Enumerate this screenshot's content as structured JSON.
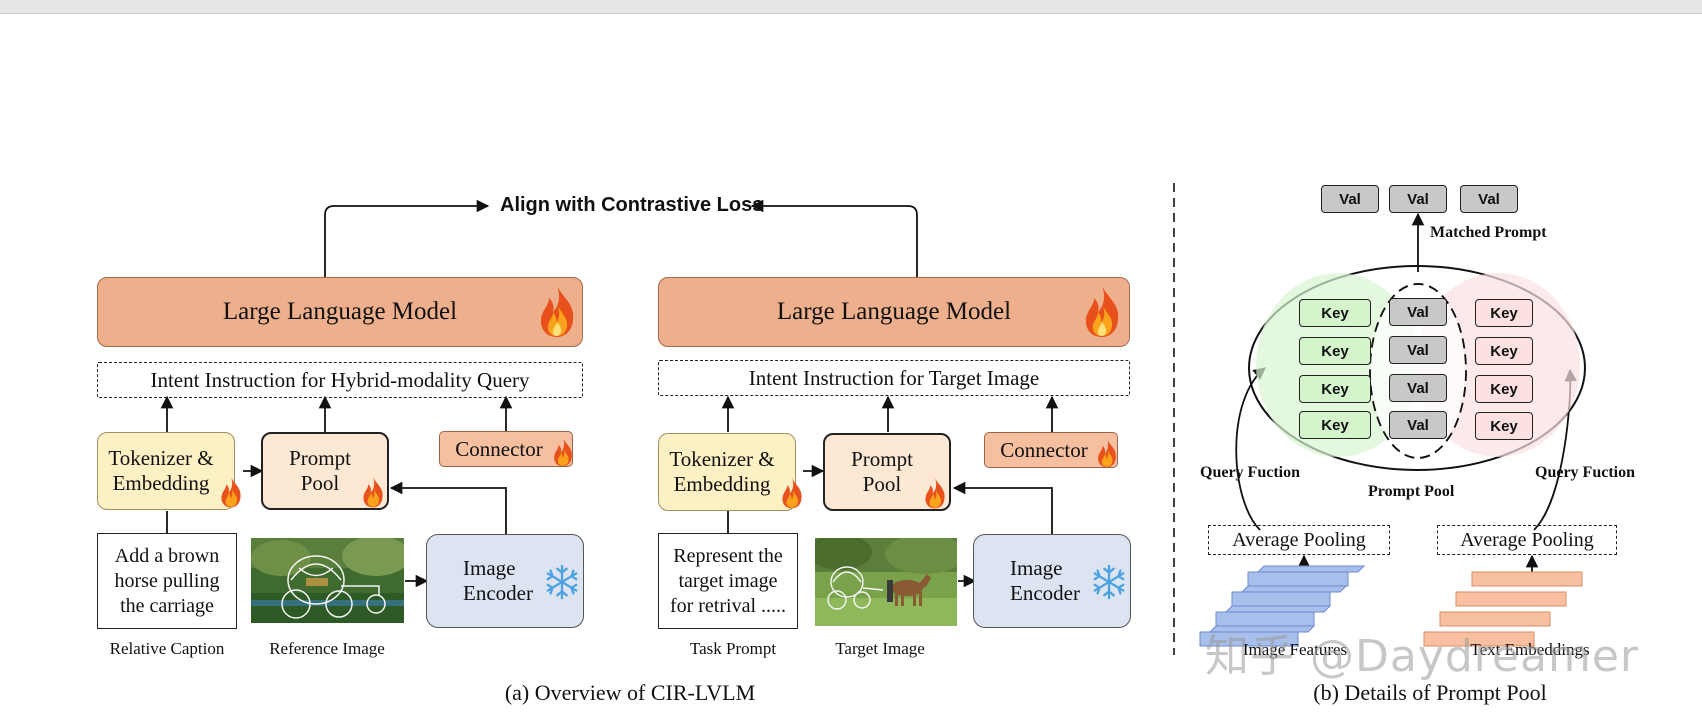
{
  "align_loss": "Align with Contrastive Loss",
  "left": {
    "llm": "Large Language Model",
    "intent": "Intent Instruction for Hybrid-modality Query",
    "tokenizer": [
      "Tokenizer &",
      "Embedding"
    ],
    "prompt_pool": [
      "Prompt",
      "Pool"
    ],
    "connector": "Connector",
    "encoder": [
      "Image",
      "Encoder"
    ],
    "caption": [
      "Add a brown",
      "horse pulling",
      "the carriage"
    ],
    "label_caption": "Relative Caption",
    "label_image": "Reference Image"
  },
  "right": {
    "llm": "Large Language Model",
    "intent": "Intent Instruction for Target Image",
    "tokenizer": [
      "Tokenizer &",
      "Embedding"
    ],
    "prompt_pool": [
      "Prompt",
      "Pool"
    ],
    "connector": "Connector",
    "encoder": [
      "Image",
      "Encoder"
    ],
    "caption": [
      "Represent the",
      "target image",
      "for retrival ....."
    ],
    "label_caption": "Task Prompt",
    "label_image": "Target Image"
  },
  "caption_a": "(a) Overview of CIR-LVLM",
  "pool_detail": {
    "top_vals": [
      "Val",
      "Val",
      "Val"
    ],
    "matched": "Matched Prompt",
    "keys_left": [
      "Key",
      "Key",
      "Key",
      "Key"
    ],
    "vals_mid": [
      "Val",
      "Val",
      "Val",
      "Val"
    ],
    "keys_right": [
      "Key",
      "Key",
      "Key",
      "Key"
    ],
    "query_left": "Query   Fuction",
    "query_right": "Query   Fuction",
    "pool_label": "Prompt Pool",
    "avg_left": "Average Pooling",
    "avg_right": "Average Pooling",
    "label_img_feat": "Image Features",
    "label_txt_emb": "Text Embeddings"
  },
  "caption_b": "(b) Details of Prompt Pool",
  "watermark": "知乎 @Daydreamer",
  "colors": {
    "llm": "#eeb08c",
    "tokenizer": "#fdf0c4",
    "prompt_pool": "#fde8d4",
    "connector": "#f5bfa0",
    "encoder": "#dce3f1",
    "key_green": "#d4f5cc",
    "key_red": "#fde0e0",
    "val_gray": "#c8c8c8"
  },
  "icons": [
    "fire-icon",
    "snowflake-icon"
  ]
}
